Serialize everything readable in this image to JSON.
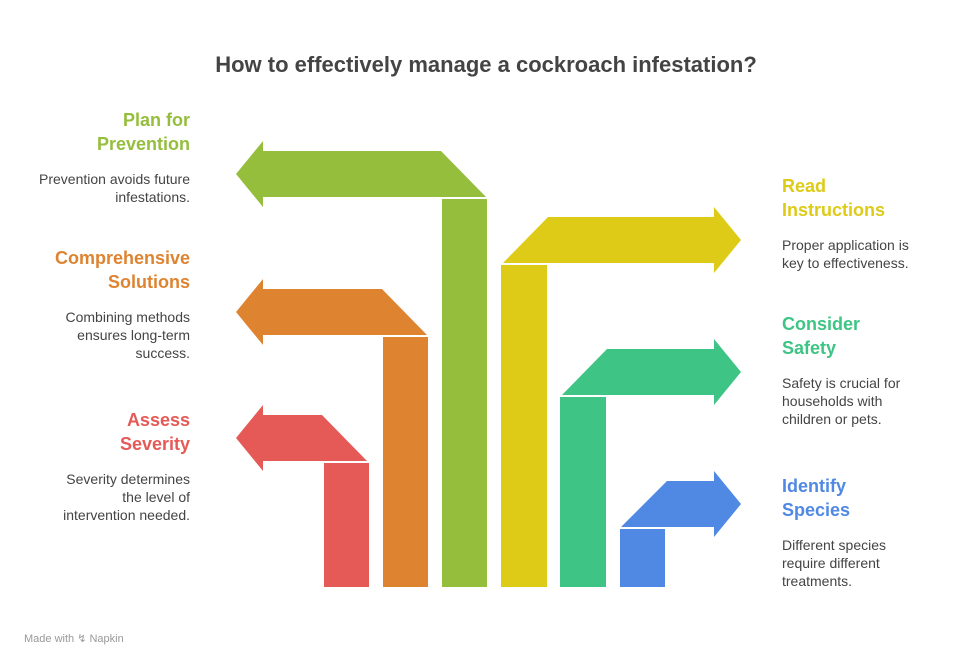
{
  "title": "How to effectively manage a cockroach infestation?",
  "steps": [
    {
      "heading": "Assess Severity",
      "h1": "Assess",
      "h2": "Severity",
      "desc": "Severity determines the level of intervention needed.",
      "color": "#E55A56"
    },
    {
      "heading": "Comprehensive Solutions",
      "h1": "Comprehensive",
      "h2": "Solutions",
      "desc": "Combining methods ensures long-term success.",
      "color": "#DE8431"
    },
    {
      "heading": "Plan for Prevention",
      "h1": "Plan for",
      "h2": "Prevention",
      "desc": "Prevention avoids future infestations.",
      "color": "#94BE3C"
    },
    {
      "heading": "Read Instructions",
      "h1": "Read",
      "h2": "Instructions",
      "desc": "Proper application is key to effectiveness.",
      "color": "#DECB18"
    },
    {
      "heading": "Consider Safety",
      "h1": "Consider",
      "h2": "Safety",
      "desc": "Safety is crucial for households with children or pets.",
      "color": "#3EC484"
    },
    {
      "heading": "Identify Species",
      "h1": "Identify",
      "h2": "Species",
      "desc": "Different species require different treatments.",
      "color": "#4F89E3"
    }
  ],
  "footer": {
    "made_with": "Made with",
    "brand": "Napkin"
  }
}
